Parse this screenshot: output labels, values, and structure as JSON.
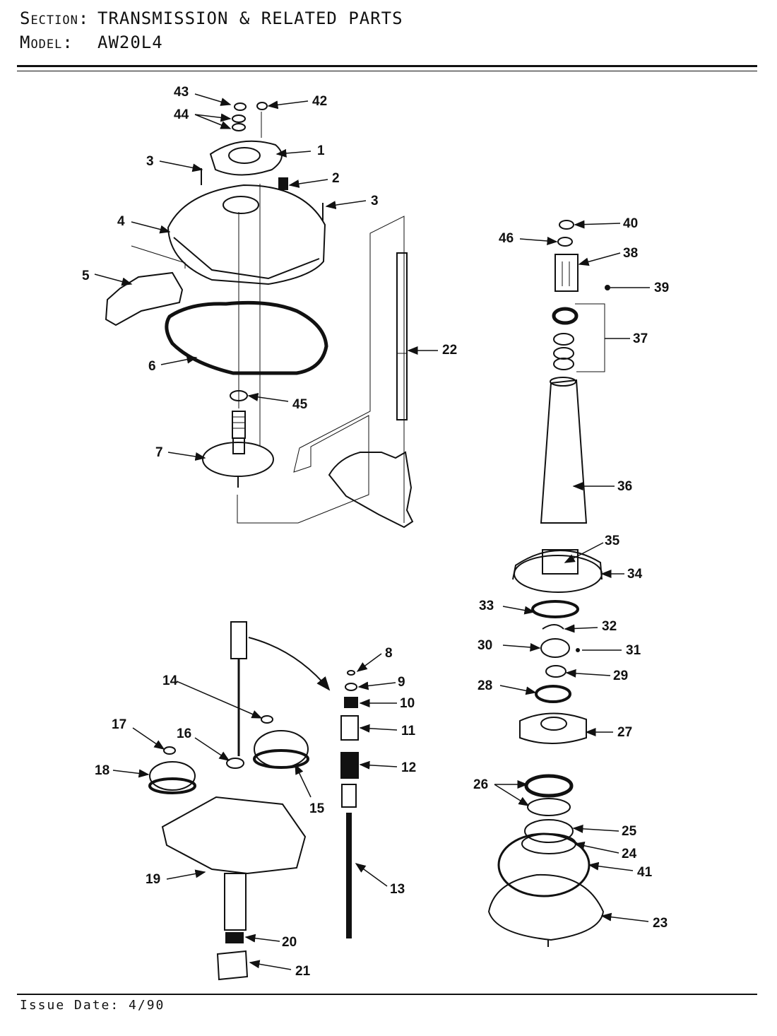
{
  "header": {
    "section_key": "Section:",
    "section_value": "TRANSMISSION & RELATED PARTS",
    "model_key": "Model:",
    "model_value": "AW20L4"
  },
  "callouts": [
    "1",
    "2",
    "3",
    "3",
    "4",
    "5",
    "6",
    "7",
    "8",
    "9",
    "10",
    "11",
    "12",
    "13",
    "14",
    "15",
    "16",
    "17",
    "18",
    "19",
    "20",
    "21",
    "22",
    "23",
    "24",
    "25",
    "26",
    "27",
    "28",
    "29",
    "30",
    "31",
    "32",
    "33",
    "34",
    "35",
    "36",
    "37",
    "38",
    "39",
    "40",
    "41",
    "42",
    "43",
    "44",
    "45",
    "46"
  ],
  "footer": {
    "issue_date": "Issue Date: 4/90"
  }
}
